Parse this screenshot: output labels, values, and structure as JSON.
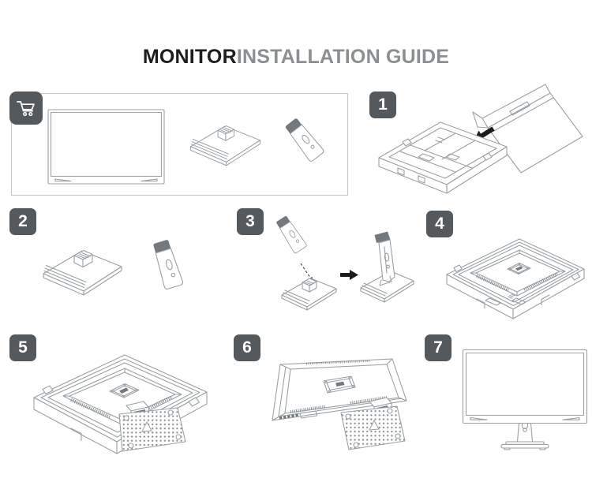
{
  "title": {
    "primary": "MONITOR",
    "secondary": "INSTALLATION GUIDE"
  },
  "kit_panel": {
    "icon": "shopping-cart-icon",
    "parts": [
      "monitor-panel",
      "stand-base-plate",
      "stand-neck"
    ]
  },
  "steps": [
    {
      "number": "1",
      "illustration": "remove-foam-tray-from-shipping-box"
    },
    {
      "number": "2",
      "illustration": "stand-base-plate-and-stand-neck-parts"
    },
    {
      "number": "3",
      "illustration": "insert-neck-into-base-to-assemble-stand"
    },
    {
      "number": "4",
      "illustration": "monitor-face-down-in-foam-tray"
    },
    {
      "number": "5",
      "illustration": "attach-assembled-stand-to-monitor-back"
    },
    {
      "number": "6",
      "illustration": "monitor-back-with-stand-attached"
    },
    {
      "number": "7",
      "illustration": "finished-monitor-front-view"
    }
  ],
  "icons": {
    "arrow": "black-direction-arrow",
    "dashed_arrow": "dashed-insert-arrow"
  },
  "colors": {
    "badge_background": "#54595d",
    "badge_number": "#ffffff",
    "line_art": "#9aa0a4",
    "dark_accent": "#74797d",
    "arrow": "#1c1c1c",
    "title_primary": "#1d1d1d",
    "title_secondary": "#8c8f91",
    "panel_border": "#c3c7ca"
  }
}
